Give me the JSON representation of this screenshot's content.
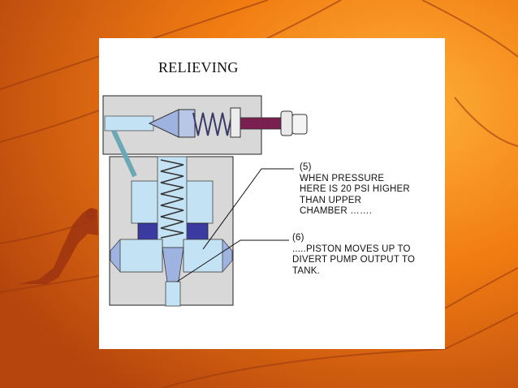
{
  "slide": {
    "title": "RELIEVING",
    "annotations": [
      {
        "label": "(5)",
        "lines": [
          "WHEN PRESSURE",
          "HERE IS 20 PSI HIGHER",
          "THAN UPPER",
          "CHAMBER ……."
        ]
      },
      {
        "label": "(6)",
        "lines": [
          ".....PISTON MOVES UP TO",
          "DIVERT PUMP OUTPUT TO",
          "TANK."
        ]
      }
    ]
  },
  "colors": {
    "background_orange": "#f07a12",
    "background_dark": "#b5480f",
    "valve_body": "#d8d8d8",
    "fluid_light": "#c3e3f5",
    "fluid_medium": "#9fb3e0",
    "piston_dark": "#3a3aa0",
    "stem": "#7a2050"
  }
}
